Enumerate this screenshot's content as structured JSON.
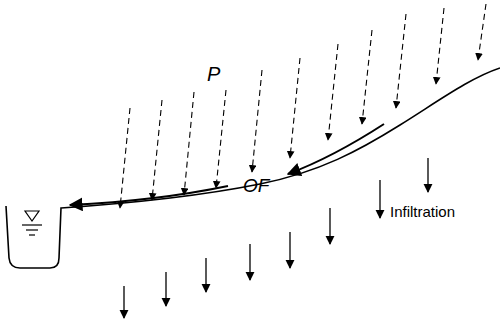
{
  "diagram": {
    "labels": [
      "P",
      "OF",
      "Infiltration"
    ]
  }
}
